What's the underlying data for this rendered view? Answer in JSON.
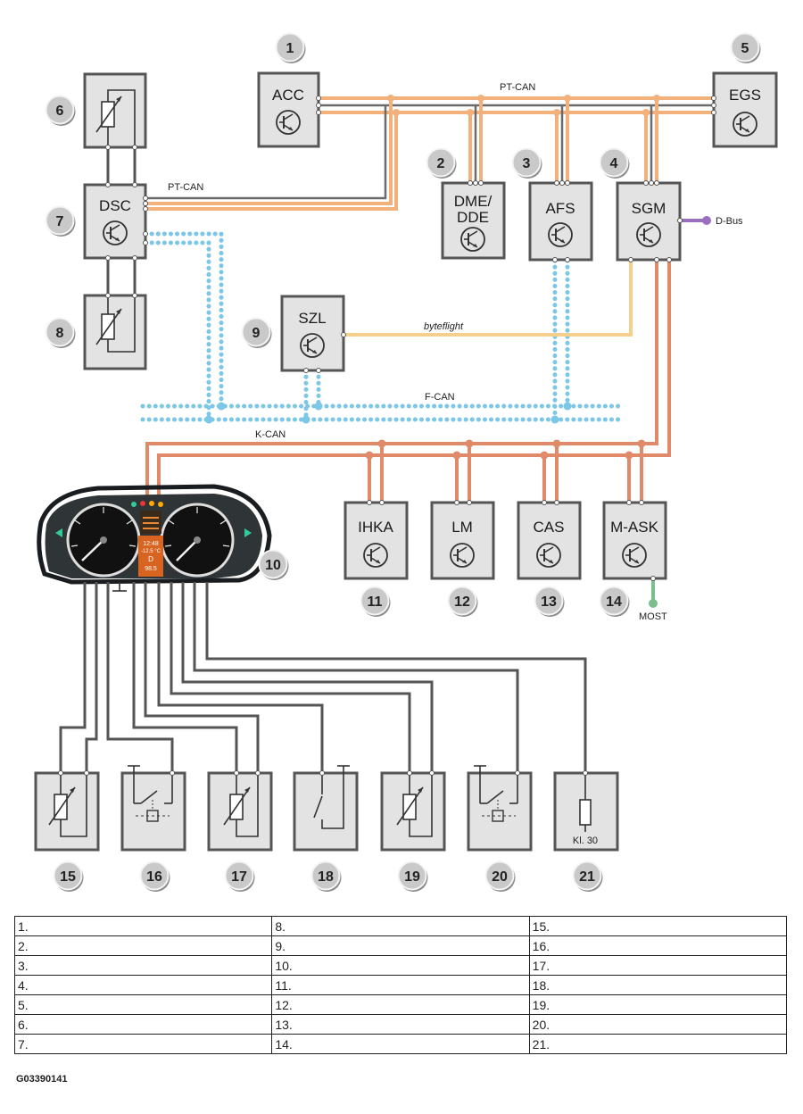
{
  "ecus": {
    "acc": "ACC",
    "egs": "EGS",
    "dsc": "DSC",
    "dme": [
      "DME/",
      "DDE"
    ],
    "afs": "AFS",
    "sgm": "SGM",
    "szl": "SZL",
    "ihka": "IHKA",
    "lm": "LM",
    "cas": "CAS",
    "mask": "M-ASK"
  },
  "bus_labels": {
    "pt_can_top": "PT-CAN",
    "pt_can_left": "PT-CAN",
    "d_bus": "D-Bus",
    "byteflight": "byteflight",
    "f_can": "F-CAN",
    "k_can": "K-CAN",
    "most": "MOST"
  },
  "callouts": [
    "1",
    "2",
    "3",
    "4",
    "5",
    "6",
    "7",
    "8",
    "9",
    "10",
    "11",
    "12",
    "13",
    "14",
    "15",
    "16",
    "17",
    "18",
    "19",
    "20",
    "21"
  ],
  "component_21_label": "Kl. 30",
  "cluster_readout": {
    "time": "12:48",
    "temp": "-12.5 °C",
    "gear": "D",
    "odo": "98.5"
  },
  "legend": [
    [
      "1.",
      "8.",
      "15."
    ],
    [
      "2.",
      "9.",
      "16."
    ],
    [
      "3.",
      "10.",
      "17."
    ],
    [
      "4.",
      "11.",
      "18."
    ],
    [
      "5.",
      "12.",
      "19."
    ],
    [
      "6.",
      "13.",
      "20."
    ],
    [
      "7.",
      "14.",
      "21."
    ]
  ],
  "figure_id": "G03390141",
  "colors": {
    "pt_can": "#f2b07a",
    "k_can": "#e08a6a",
    "byteflight": "#f6cf8a",
    "f_can": "#7cc6e6",
    "d_bus": "#9b6fc0",
    "most": "#7bbf8c",
    "wire": "#555555",
    "box_fill": "#e3e3e3"
  }
}
